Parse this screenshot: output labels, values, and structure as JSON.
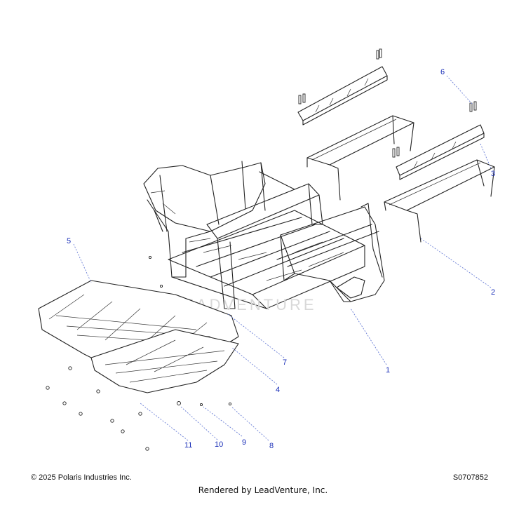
{
  "watermark": "LEADVENTURE",
  "callouts": [
    {
      "id": "1",
      "label": "1"
    },
    {
      "id": "2",
      "label": "2"
    },
    {
      "id": "3",
      "label": "3"
    },
    {
      "id": "4",
      "label": "4"
    },
    {
      "id": "5",
      "label": "5"
    },
    {
      "id": "6",
      "label": "6"
    },
    {
      "id": "7",
      "label": "7"
    },
    {
      "id": "8",
      "label": "8"
    },
    {
      "id": "9",
      "label": "9"
    },
    {
      "id": "10",
      "label": "10"
    },
    {
      "id": "11",
      "label": "11"
    }
  ],
  "footer": {
    "copyright": "© 2025 Polaris Industries Inc.",
    "diagram_code": "S0707852",
    "rendered_by": "Rendered by LeadVenture, Inc."
  },
  "colors": {
    "callout_text": "#1a2fb8",
    "leader_line": "#6b7fd6",
    "line_art": "#222222"
  }
}
